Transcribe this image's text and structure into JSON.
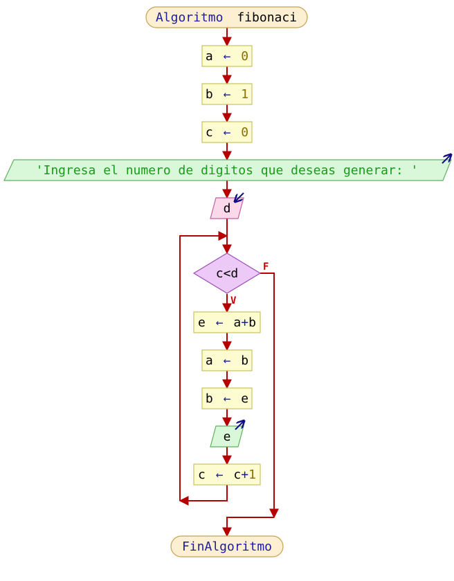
{
  "diagram": {
    "start": {
      "keyword": "Algoritmo",
      "name": "fibonaci"
    },
    "assign_a": {
      "var": "a",
      "arrow": "←",
      "value": "0"
    },
    "assign_b": {
      "var": "b",
      "arrow": "←",
      "value": "1"
    },
    "assign_c": {
      "var": "c",
      "arrow": "←",
      "value": "0"
    },
    "output_prompt": {
      "text": "'Ingresa el numero de digitos que deseas generar: '"
    },
    "input_d": {
      "var": "d"
    },
    "decision": {
      "condition": "c<d",
      "true_label": "V",
      "false_label": "F"
    },
    "assign_e": {
      "var": "e",
      "arrow": "←",
      "expr_a": "a",
      "plus": "+",
      "expr_b": "b"
    },
    "assign_a2": {
      "var": "a",
      "arrow": "←",
      "value": "b"
    },
    "assign_b2": {
      "var": "b",
      "arrow": "←",
      "value": "e"
    },
    "output_e": {
      "var": "e"
    },
    "increment_c": {
      "var": "c",
      "arrow": "←",
      "expr": "c",
      "plus": "+",
      "value": "1"
    },
    "end": {
      "keyword": "FinAlgoritmo"
    }
  },
  "colors": {
    "flow_line": "#b40000",
    "terminal_fill": "#fdf0d2",
    "process_fill": "#fdfcd0",
    "input_fill": "#fbd8ea",
    "output_fill": "#d9f7d9",
    "decision_fill": "#ecc9f6"
  }
}
